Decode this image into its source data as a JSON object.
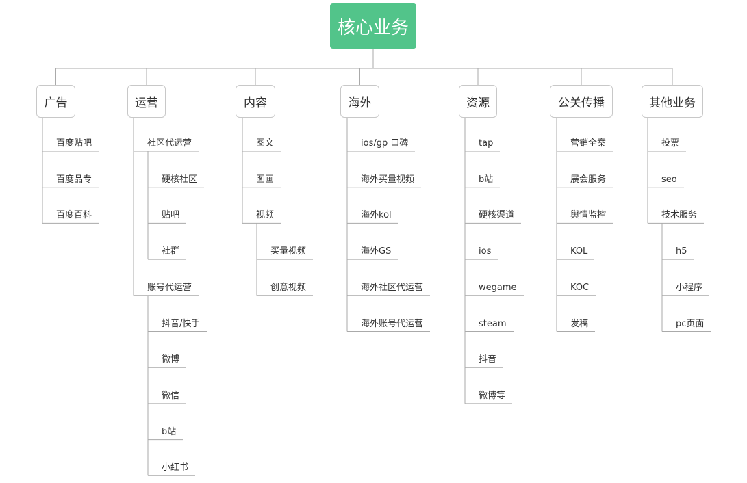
{
  "root": {
    "label": "核心业务"
  },
  "categories": [
    {
      "label": "广告",
      "items": [
        {
          "label": "百度贴吧"
        },
        {
          "label": "百度品专"
        },
        {
          "label": "百度百科"
        }
      ]
    },
    {
      "label": "运营",
      "items": [
        {
          "label": "社区代运营",
          "children": [
            {
              "label": "硬核社区"
            },
            {
              "label": "贴吧"
            },
            {
              "label": "社群"
            }
          ]
        },
        {
          "label": "账号代运营",
          "children": [
            {
              "label": "抖音/快手"
            },
            {
              "label": "微博"
            },
            {
              "label": "微信"
            },
            {
              "label": "b站"
            },
            {
              "label": "小红书"
            }
          ]
        }
      ]
    },
    {
      "label": "内容",
      "items": [
        {
          "label": "图文"
        },
        {
          "label": "图画"
        },
        {
          "label": "视频",
          "children": [
            {
              "label": "买量视频"
            },
            {
              "label": "创意视频"
            }
          ]
        }
      ]
    },
    {
      "label": "海外",
      "items": [
        {
          "label": "ios/gp 口碑"
        },
        {
          "label": "海外买量视频"
        },
        {
          "label": "海外kol"
        },
        {
          "label": "海外GS"
        },
        {
          "label": "海外社区代运营"
        },
        {
          "label": "海外账号代运营"
        }
      ]
    },
    {
      "label": "资源",
      "items": [
        {
          "label": "tap"
        },
        {
          "label": "b站"
        },
        {
          "label": "硬核渠道"
        },
        {
          "label": "ios"
        },
        {
          "label": "wegame"
        },
        {
          "label": "steam"
        },
        {
          "label": "抖音"
        },
        {
          "label": "微博等"
        }
      ]
    },
    {
      "label": "公关传播",
      "items": [
        {
          "label": "营销全案"
        },
        {
          "label": "展会服务"
        },
        {
          "label": "舆情监控"
        },
        {
          "label": "KOL"
        },
        {
          "label": "KOC"
        },
        {
          "label": "发稿"
        }
      ]
    },
    {
      "label": "其他业务",
      "items": [
        {
          "label": "投票"
        },
        {
          "label": "seo"
        },
        {
          "label": "技术服务",
          "children": [
            {
              "label": "h5"
            },
            {
              "label": "小程序"
            },
            {
              "label": "pc页面"
            }
          ]
        }
      ]
    }
  ]
}
